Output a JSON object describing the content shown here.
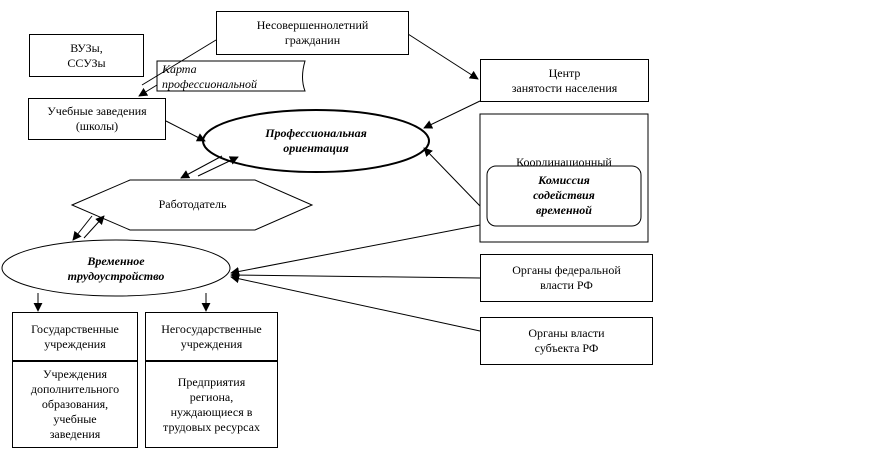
{
  "nodes": {
    "minors": "Несовершеннолетний\nгражданин",
    "universities": "ВУЗы,\nССУЗы",
    "career_map": "Карта\nпрофессиональной",
    "schools": "Учебные заведения\n(школы)",
    "employment_center": "Центр\nзанятости населения",
    "prof_orientation": "Профессиональная\nориентация",
    "coordination": "Координационный",
    "commission": "Комиссия\nсодействия\nвременной",
    "employer": "Работодатель",
    "temp_employment": "Временное\nтрудоустройство",
    "federal_authorities": "Органы федеральной\nвласти РФ",
    "regional_authorities": "Органы власти\nсубъекта РФ",
    "state_institutions": "Государственные\nучреждения",
    "nonstate_institutions": "Негосударственные\nучреждения",
    "additional_education": "Учреждения\nдополнительного\nобразования,\nучебные\nзаведения",
    "regional_enterprises": "Предприятия\nрегиона,\nнуждающиеся в\nтрудовых ресурсах"
  }
}
